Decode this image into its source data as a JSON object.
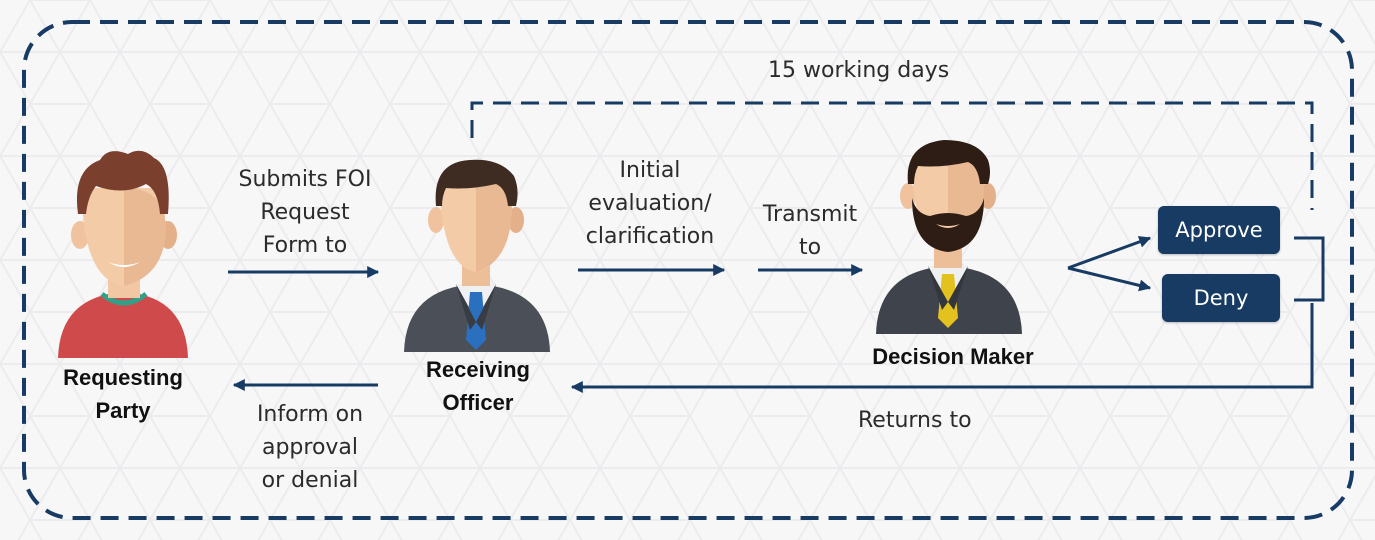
{
  "colors": {
    "navy": "#173b63",
    "background": "#f7f7f8"
  },
  "timeline_label": "15 working days",
  "actors": {
    "requesting_party": {
      "name_lines": [
        "Requesting",
        "Party"
      ],
      "icon": "person-casual-icon"
    },
    "receiving_officer": {
      "name_lines": [
        "Receiving",
        "Officer"
      ],
      "icon": "person-officer-icon"
    },
    "decision_maker": {
      "name_lines": [
        "Decision Maker"
      ],
      "icon": "person-bearded-icon"
    }
  },
  "steps": {
    "submit": [
      "Submits FOI",
      "Request",
      "Form to"
    ],
    "evaluate": [
      "Initial",
      "evaluation/",
      "clarification"
    ],
    "transmit": [
      "Transmit",
      "to"
    ],
    "returns": "Returns to",
    "inform": [
      "Inform on",
      "approval",
      "or denial"
    ]
  },
  "decisions": {
    "approve": "Approve",
    "deny": "Deny"
  }
}
